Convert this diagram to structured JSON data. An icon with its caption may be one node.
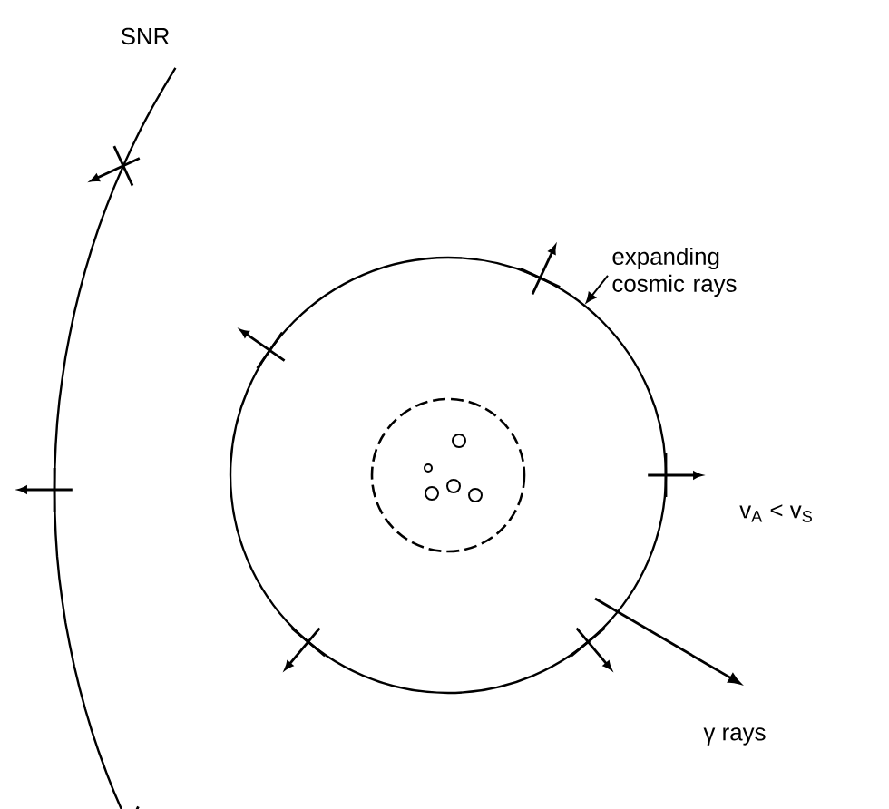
{
  "diagram": {
    "nodes": [
      {
        "text": [
          "expanding cosmic rays"
        ]
      },
      {
        "text": [],
        "shape": "circle"
      }
    ],
    "edges": [
      {
        "from": 0,
        "to": 1,
        "arrow": "to"
      }
    ],
    "labels": [
      "SNR",
      "v$_{A}$ < v$_{S}$",
      "γ rays"
    ]
  }
}
